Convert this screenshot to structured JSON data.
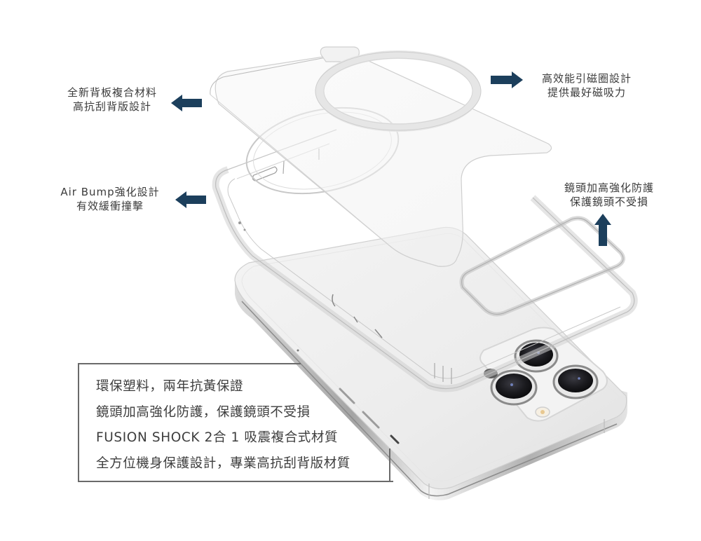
{
  "callouts": {
    "back_panel": {
      "line1": "全新背板複合材料",
      "line2": "高抗刮背版設計",
      "arrow_direction": "left"
    },
    "magsafe_ring": {
      "line1": "高效能引磁圈設計",
      "line2": "提供最好磁吸力",
      "arrow_direction": "right"
    },
    "air_bump": {
      "line1": "Air Bump強化設計",
      "line2": "有效緩衝撞擊",
      "arrow_direction": "left"
    },
    "lens_protection": {
      "line1": "鏡頭加高強化防護",
      "line2": "保護鏡頭不受損",
      "arrow_direction": "up"
    }
  },
  "features": [
    "環保塑料，兩年抗黃保證",
    "鏡頭加高強化防護，保護鏡頭不受損",
    "FUSION SHOCK 2合 1 吸震複合式材質",
    "全方位機身保護設計，專業高抗刮背版材質"
  ],
  "colors": {
    "arrow": "#1c3f5c",
    "text": "#3b3b3b",
    "box_border": "#6a6a6a",
    "background": "#ffffff"
  }
}
